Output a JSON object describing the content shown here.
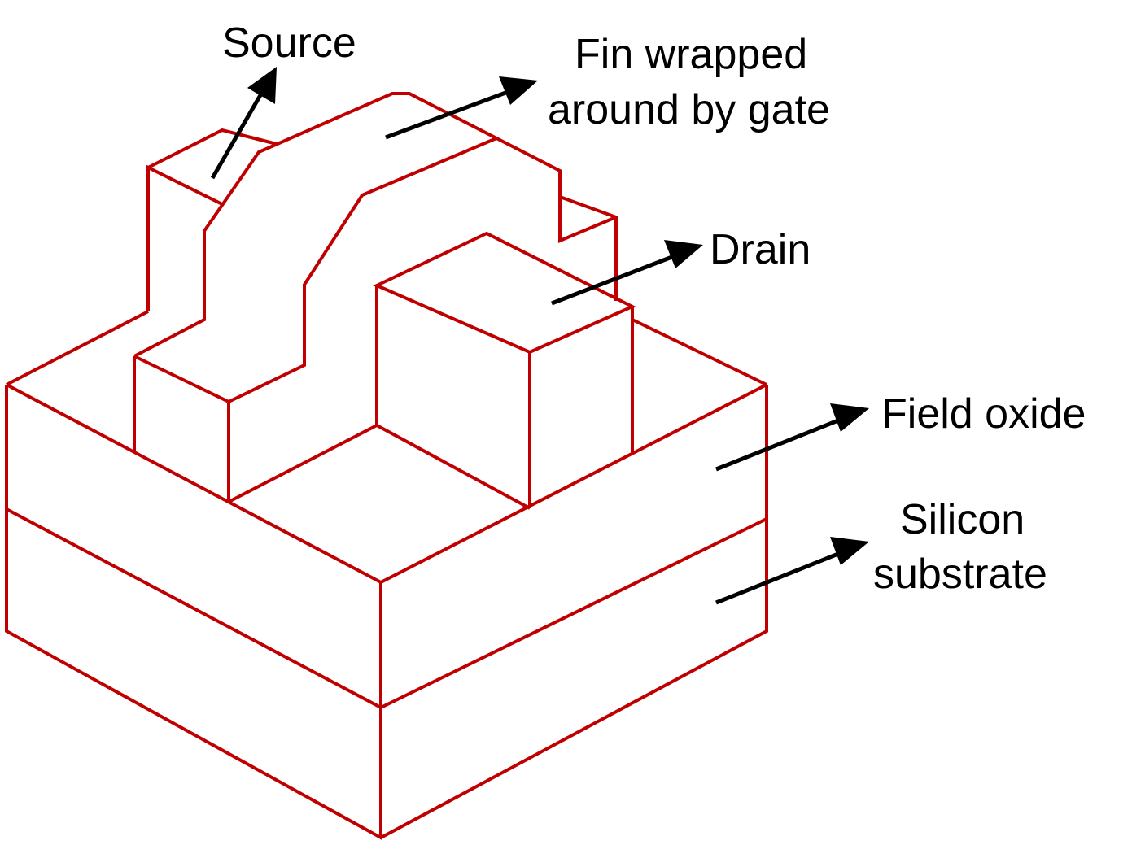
{
  "labels": {
    "source": "Source",
    "fin_line1": "Fin wrapped",
    "fin_line2": "around by gate",
    "drain": "Drain",
    "field_oxide": "Field oxide",
    "silicon_line1": "Silicon",
    "silicon_line2": "substrate"
  },
  "colors": {
    "outline": "#c00000",
    "arrow": "#000000",
    "text": "#000000",
    "background": "#ffffff"
  }
}
